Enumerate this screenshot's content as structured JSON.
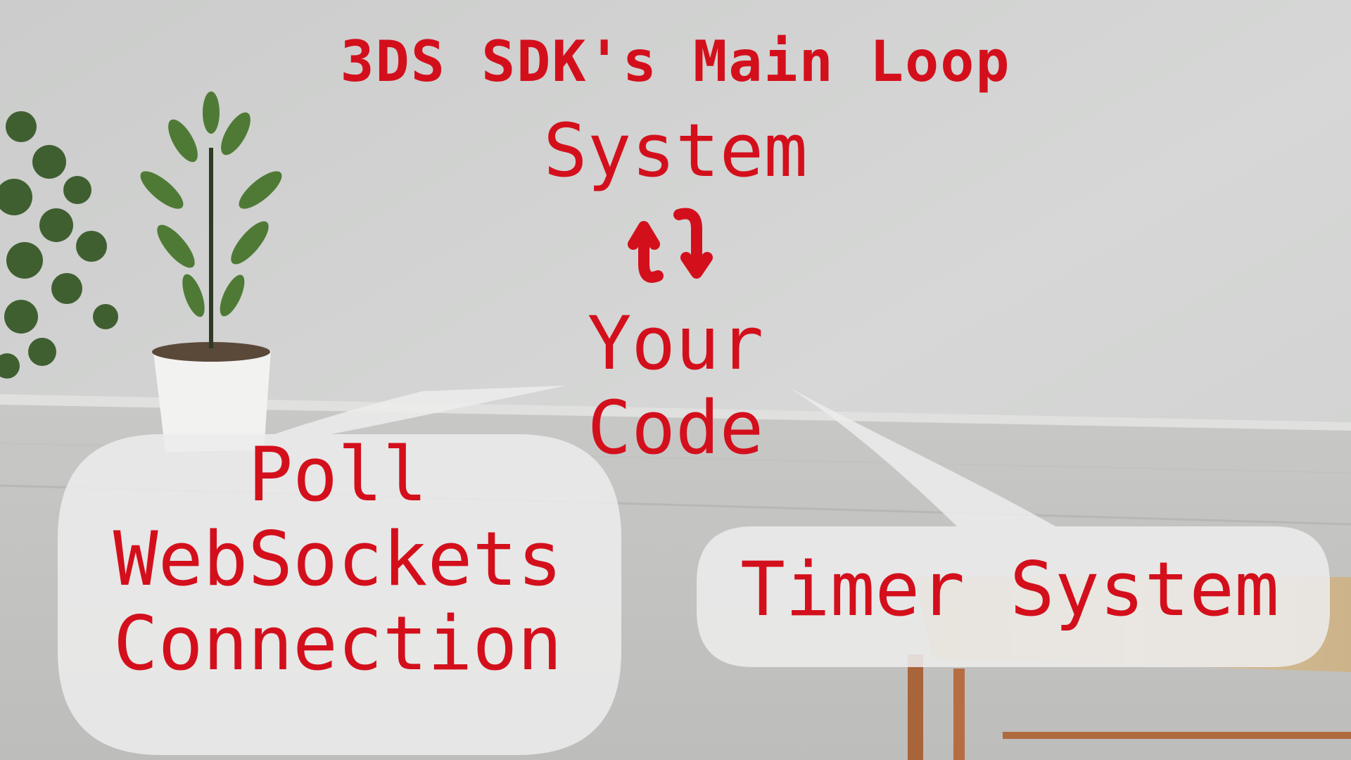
{
  "title": "3DS SDK's Main Loop",
  "loop": {
    "top_label": "System",
    "bottom_label_line1": "Your",
    "bottom_label_line2": "Code",
    "arrows_icon": "swap-vertical-arrows"
  },
  "callouts": {
    "left": {
      "line1": "Poll",
      "line2": "WebSockets",
      "line3": "Connection"
    },
    "right": {
      "label": "Timer System"
    }
  },
  "colors": {
    "text_accent": "#d40f1c",
    "bubble_fill": "#ececec"
  }
}
